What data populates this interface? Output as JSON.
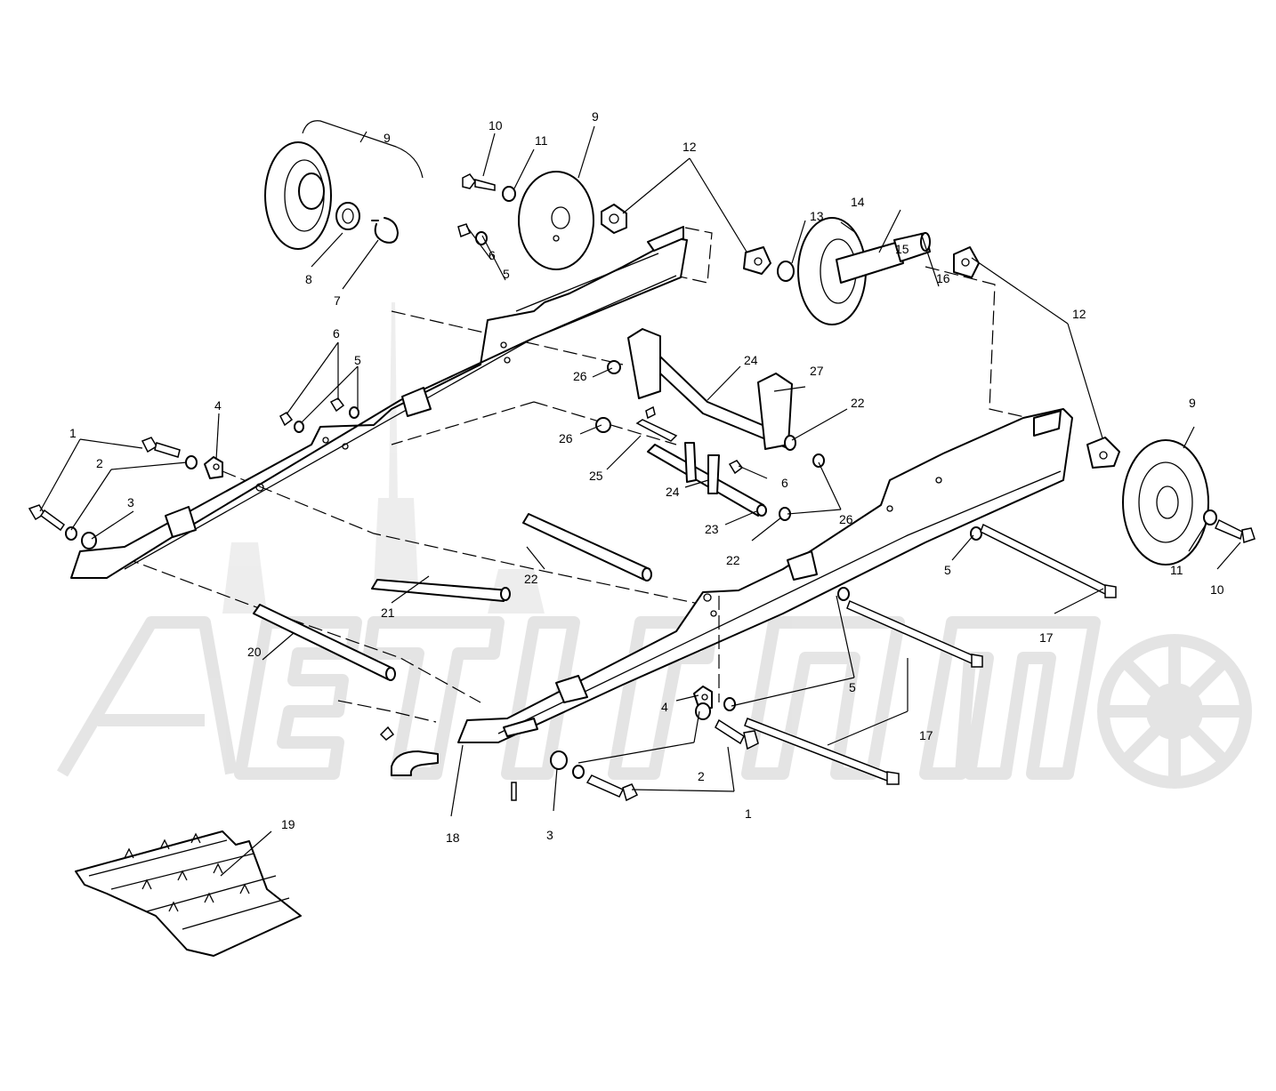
{
  "watermark": {
    "text": "AeliTomo",
    "color": "#e4e4e4"
  },
  "line_color": "#000000",
  "background": "#ffffff",
  "callouts": [
    {
      "id": "c1",
      "label": "9"
    },
    {
      "id": "c2",
      "label": "10"
    },
    {
      "id": "c3",
      "label": "11"
    },
    {
      "id": "c4",
      "label": "9"
    },
    {
      "id": "c5",
      "label": "12"
    },
    {
      "id": "c6",
      "label": "8"
    },
    {
      "id": "c7",
      "label": "7"
    },
    {
      "id": "c8",
      "label": "13"
    },
    {
      "id": "c9",
      "label": "14"
    },
    {
      "id": "c10",
      "label": "15"
    },
    {
      "id": "c11",
      "label": "16"
    },
    {
      "id": "c12",
      "label": "6"
    },
    {
      "id": "c13",
      "label": "5"
    },
    {
      "id": "c14",
      "label": "12"
    },
    {
      "id": "c15",
      "label": "6"
    },
    {
      "id": "c16",
      "label": "5"
    },
    {
      "id": "c17",
      "label": "24"
    },
    {
      "id": "c18",
      "label": "27"
    },
    {
      "id": "c19",
      "label": "22"
    },
    {
      "id": "c20",
      "label": "4"
    },
    {
      "id": "c21",
      "label": "26"
    },
    {
      "id": "c22",
      "label": "9"
    },
    {
      "id": "c23",
      "label": "1"
    },
    {
      "id": "c24",
      "label": "2"
    },
    {
      "id": "c25",
      "label": "26"
    },
    {
      "id": "c26",
      "label": "25"
    },
    {
      "id": "c27",
      "label": "6"
    },
    {
      "id": "c28",
      "label": "3"
    },
    {
      "id": "c29",
      "label": "24"
    },
    {
      "id": "c30",
      "label": "26"
    },
    {
      "id": "c31",
      "label": "23"
    },
    {
      "id": "c32",
      "label": "22"
    },
    {
      "id": "c33",
      "label": "22"
    },
    {
      "id": "c34",
      "label": "5"
    },
    {
      "id": "c35",
      "label": "11"
    },
    {
      "id": "c36",
      "label": "10"
    },
    {
      "id": "c37",
      "label": "21"
    },
    {
      "id": "c38",
      "label": "17"
    },
    {
      "id": "c39",
      "label": "20"
    },
    {
      "id": "c40",
      "label": "5"
    },
    {
      "id": "c41",
      "label": "17"
    },
    {
      "id": "c42",
      "label": "4"
    },
    {
      "id": "c43",
      "label": "2"
    },
    {
      "id": "c44",
      "label": "1"
    },
    {
      "id": "c45",
      "label": "3"
    },
    {
      "id": "c46",
      "label": "18"
    },
    {
      "id": "c47",
      "label": "19"
    }
  ]
}
